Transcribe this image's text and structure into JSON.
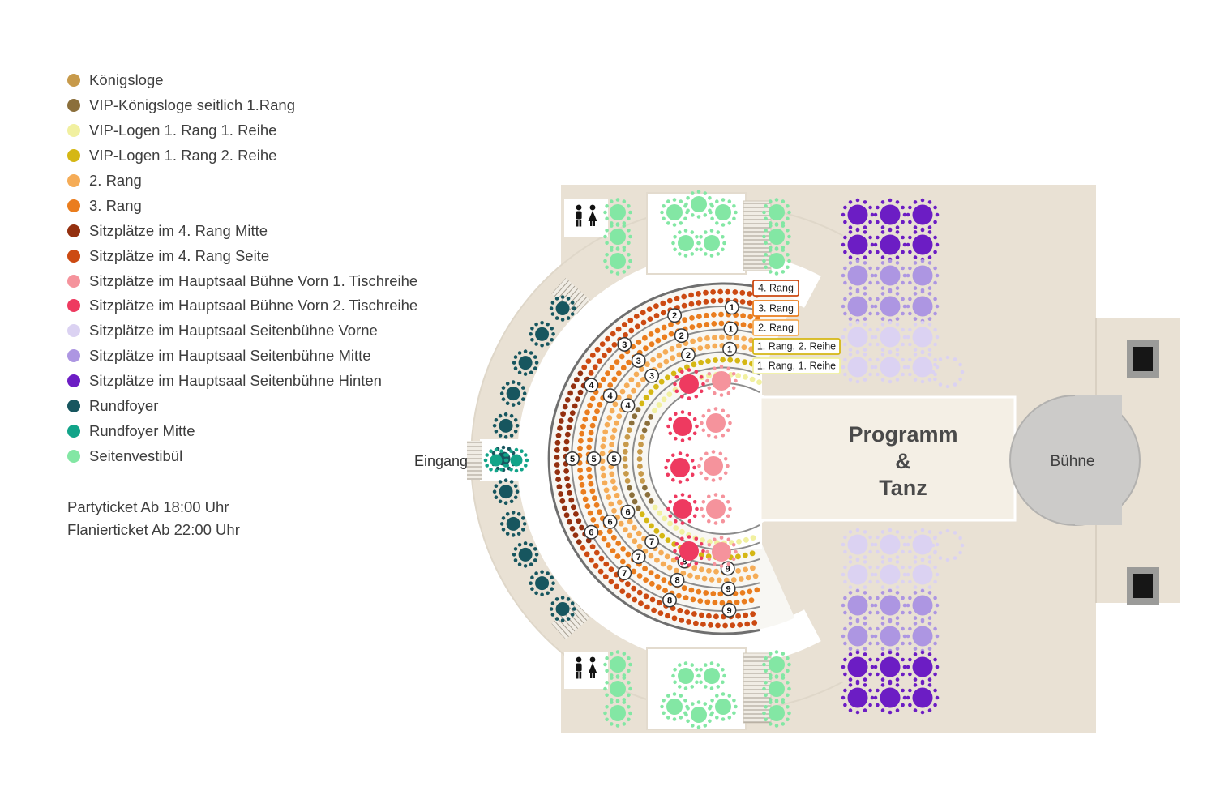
{
  "legend": {
    "items": [
      {
        "key": "koenigsloge",
        "label": "Königsloge",
        "color": "#C79A4B"
      },
      {
        "key": "vip_koenigsloge",
        "label": "VIP-Königsloge seitlich 1.Rang",
        "color": "#8B6F3B"
      },
      {
        "key": "vip_logen_1_reihe",
        "label": "VIP-Logen 1. Rang 1. Reihe",
        "color": "#F1F0A0"
      },
      {
        "key": "vip_logen_2_reihe",
        "label": "VIP-Logen 1. Rang 2. Reihe",
        "color": "#D5B714"
      },
      {
        "key": "rang2",
        "label": "2. Rang",
        "color": "#F5AC57"
      },
      {
        "key": "rang3",
        "label": "3. Rang",
        "color": "#EA7D1E"
      },
      {
        "key": "rang4_mitte",
        "label": "Sitzplätze im 4. Rang Mitte",
        "color": "#94300F"
      },
      {
        "key": "rang4_seite",
        "label": "Sitzplätze im 4. Rang Seite",
        "color": "#CC4A12"
      },
      {
        "key": "vorn1",
        "label": "Sitzplätze im Hauptsaal Bühne Vorn 1. Tischreihe",
        "color": "#F5939C"
      },
      {
        "key": "vorn2",
        "label": "Sitzplätze im Hauptsaal Bühne Vorn 2. Tischreihe",
        "color": "#EE3A60"
      },
      {
        "key": "seiten_vorne",
        "label": "Sitzplätze im Hauptsaal Seitenbühne Vorne",
        "color": "#DBD2F2"
      },
      {
        "key": "seiten_mitte",
        "label": "Sitzplätze im Hauptsaal Seitenbühne Mitte",
        "color": "#AD96E2"
      },
      {
        "key": "seiten_hinten",
        "label": "Sitzplätze im Hauptsaal Seitenbühne Hinten",
        "color": "#6C1DC4"
      },
      {
        "key": "rundfoyer",
        "label": "Rundfoyer",
        "color": "#17565F"
      },
      {
        "key": "rundfoyer_mitte",
        "label": "Rundfoyer Mitte",
        "color": "#12A489"
      },
      {
        "key": "seitenvestibuel",
        "label": "Seitenvestibül",
        "color": "#83E7A4"
      }
    ],
    "tickets": [
      "Partyticket Ab 18:00 Uhr",
      "Flanierticket  Ab 22:00 Uhr"
    ]
  },
  "map": {
    "entrance_label": "Eingang",
    "stage_label": "Bühne",
    "center_label_lines": [
      "Programm",
      "&",
      "Tanz"
    ],
    "ring_labels": [
      {
        "text": "4. Rang",
        "color_key": "rang4_seite"
      },
      {
        "text": "3. Rang",
        "color_key": "rang3"
      },
      {
        "text": "2. Rang",
        "color_key": "rang2"
      },
      {
        "text": "1. Rang, 2. Reihe",
        "color_key": "vip_logen_2_reihe"
      },
      {
        "text": "1. Rang, 1. Reihe",
        "color_key": "vip_logen_1_reihe"
      }
    ],
    "section_numbers": [
      1,
      2,
      3,
      4,
      5,
      6,
      7,
      8,
      9
    ],
    "icons": {
      "wc": "wc-man-woman-pictogram",
      "stairs": "stairs-hatch"
    }
  }
}
